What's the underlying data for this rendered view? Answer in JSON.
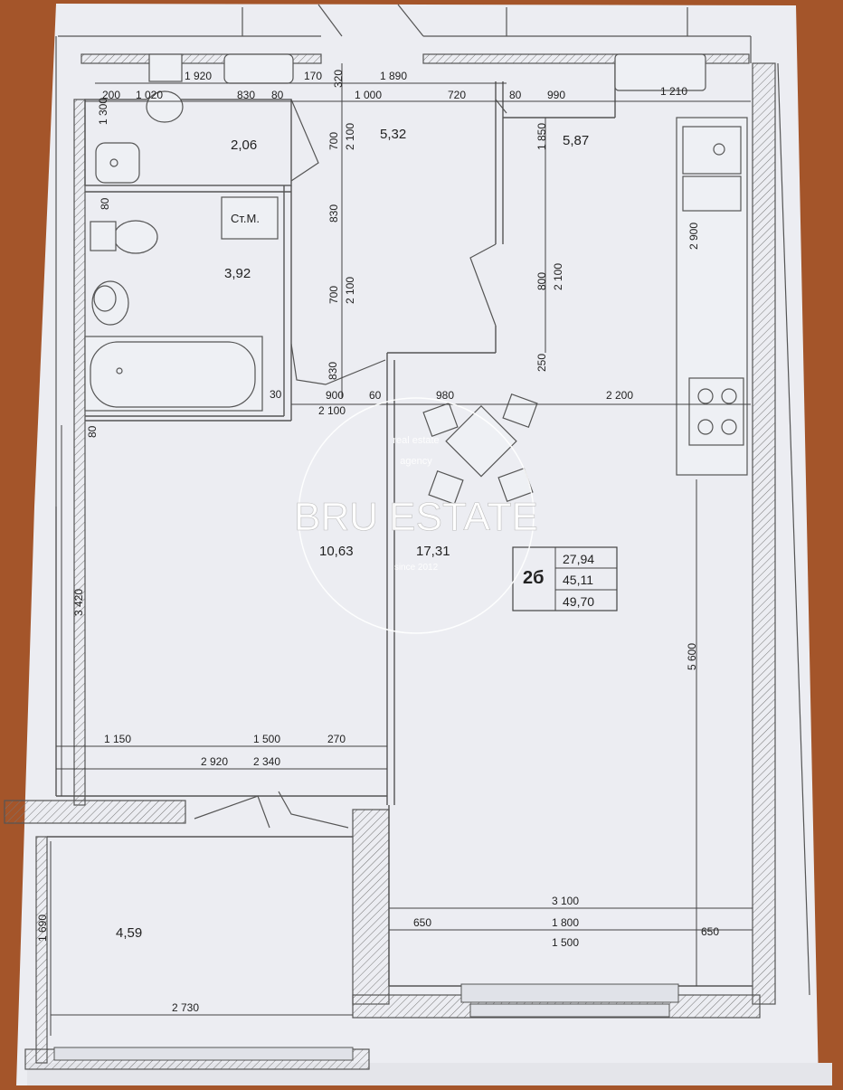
{
  "rooms": {
    "wc_area": "2,06",
    "hall_area": "5,32",
    "kitchen_area": "5,87",
    "bath_area": "3,92",
    "room_area": "10,63",
    "living_area": "17,31",
    "balcony_area": "4,59",
    "washer_label": "Ст.М."
  },
  "summary": {
    "apartment_no": "2б",
    "living_total": "27,94",
    "total_area": "45,11",
    "area_with_balcony": "49,70"
  },
  "dims": {
    "top_1920": "1 920",
    "top_170": "170",
    "top_320": "320",
    "top_1890": "1 890",
    "r2_200": "200",
    "r2_1020": "1 020",
    "r2_830": "830",
    "r2_80": "80",
    "r2_1000": "1 000",
    "r2_720": "720",
    "r2_80b": "80",
    "r2_990": "990",
    "r2_1210": "1 210",
    "v_1300": "1 300",
    "v_80": "80",
    "v_700a": "700",
    "v_2100a": "2 100",
    "v_830a": "830",
    "v_700b": "700",
    "v_2100b": "2 100",
    "v_830b": "830",
    "v_1850": "1 850",
    "v_800": "800",
    "v_2100c": "2 100",
    "v_250": "250",
    "v_2900": "2 900",
    "h_30": "30",
    "h_900": "900",
    "h_60": "60",
    "h_2100": "2 100",
    "h_980": "980",
    "h_2200": "2 200",
    "v_80c": "80",
    "v_3420": "3 420",
    "v_5600": "5 600",
    "h_1150": "1 150",
    "h_1500": "1 500",
    "h_270": "270",
    "h_2920": "2 920",
    "h_2340": "2 340",
    "v_1690": "1 690",
    "h_2730": "2 730",
    "h_3100": "3 100",
    "h_650a": "650",
    "h_1800": "1 800",
    "h_650b": "650",
    "h_1500b": "1 500"
  },
  "watermark": {
    "top": "real estate",
    "middle": "agency",
    "brand": "BRU ESTATE",
    "since": "since 2012"
  }
}
